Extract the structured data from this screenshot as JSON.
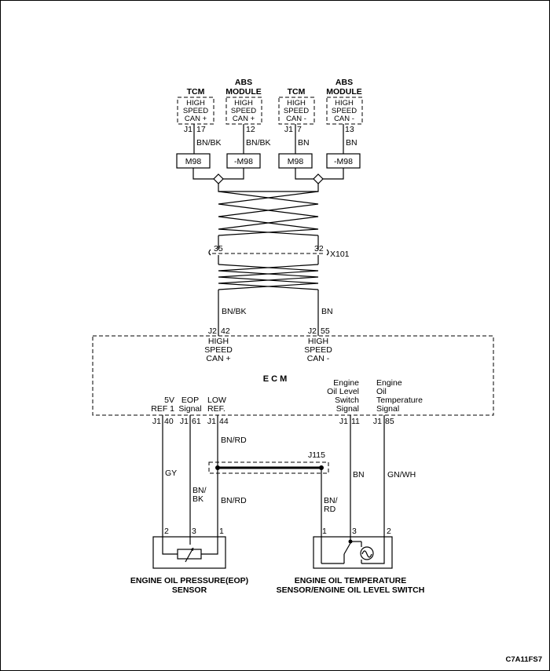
{
  "modules_top": [
    {
      "title": [
        "TCM"
      ],
      "box": [
        "HIGH",
        "SPEED",
        "CAN +"
      ],
      "conn": "J1",
      "pin": "17",
      "wire": "BN/BK",
      "splice": "M98"
    },
    {
      "title": [
        "ABS",
        "MODULE"
      ],
      "box": [
        "HIGH",
        "SPEED",
        "CAN +"
      ],
      "conn": "",
      "pin": "12",
      "wire": "BN/BK",
      "splice": "-M98"
    },
    {
      "title": [
        "TCM"
      ],
      "box": [
        "HIGH",
        "SPEED",
        "CAN -"
      ],
      "conn": "J1",
      "pin": "7",
      "wire": "BN",
      "splice": "M98"
    },
    {
      "title": [
        "ABS",
        "MODULE"
      ],
      "box": [
        "HIGH",
        "SPEED",
        "CAN -"
      ],
      "conn": "",
      "pin": "13",
      "wire": "BN",
      "splice": "-M98"
    }
  ],
  "x101": {
    "name": "X101",
    "pin_left": "35",
    "pin_right": "32"
  },
  "ecm_can": [
    {
      "wire": "BN/BK",
      "conn": "J2",
      "pin": "42",
      "label": [
        "HIGH",
        "SPEED",
        "CAN +"
      ]
    },
    {
      "wire": "BN",
      "conn": "J2",
      "pin": "55",
      "label": [
        "HIGH",
        "SPEED",
        "CAN -"
      ]
    }
  ],
  "ecm": {
    "title": "E C M",
    "signals": [
      {
        "label": [
          "5V",
          "REF 1"
        ],
        "conn": "J1",
        "pin": "40"
      },
      {
        "label": [
          "EOP",
          "Signal"
        ],
        "conn": "J1",
        "pin": "61"
      },
      {
        "label": [
          "LOW",
          "REF."
        ],
        "conn": "J1",
        "pin": "44"
      },
      {
        "label": [
          "Engine",
          "Oil Level",
          "Switch",
          "Signal"
        ],
        "conn": "J1",
        "pin": "11"
      },
      {
        "label": [
          "Engine",
          "Oil",
          "Temperature",
          "Signal"
        ],
        "conn": "J1",
        "pin": "85"
      }
    ]
  },
  "wires": {
    "gy": "GY",
    "bnbk": [
      "BN/",
      "BK"
    ],
    "bnrd_upper": "BN/RD",
    "bnrd_lower": "BN/RD",
    "bnrd_right": [
      "BN/",
      "RD"
    ],
    "bn": "BN",
    "gnwh": "GN/WH"
  },
  "j115": "J115",
  "eop_sensor": {
    "pins": [
      "2",
      "3",
      "1"
    ],
    "label": [
      "ENGINE OIL PRESSURE(EOP)",
      "SENSOR"
    ]
  },
  "temp_sensor": {
    "pins": [
      "1",
      "3",
      "2"
    ],
    "label": [
      "ENGINE OIL TEMPERATURE",
      "SENSOR/ENGINE OIL LEVEL SWITCH"
    ]
  },
  "figure_code": "C7A11FS7"
}
